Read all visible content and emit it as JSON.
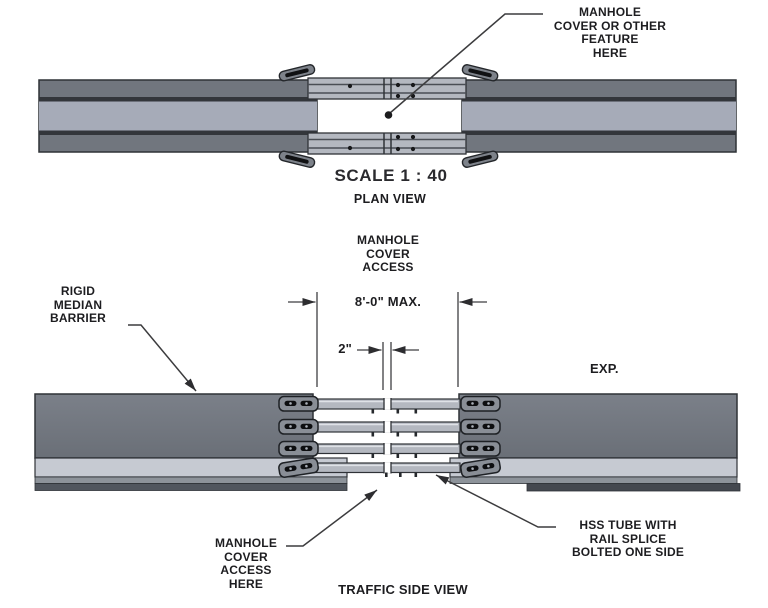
{
  "plan_view": {
    "callout_feature": "MANHOLE\nCOVER OR OTHER\nFEATURE\nHERE",
    "scale_label": "SCALE 1 : 40",
    "view_label": "PLAN VIEW"
  },
  "side_view": {
    "barrier_label": "RIGID\nMEDIAN\nBARRIER",
    "access_heading": "MANHOLE\nCOVER\nACCESS",
    "max_width_dim": "8'-0\" MAX.",
    "gap_dim": "2\"",
    "exp_label": "EXP.",
    "access_here_label": "MANHOLE\nCOVER\nACCESS\nHERE",
    "hss_label": "HSS TUBE WITH\nRAIL SPLICE\nBOLTED ONE SIDE",
    "view_label": "TRAFFIC SIDE VIEW"
  },
  "colors": {
    "barrier_body": "#70757d",
    "plan_outer_band": "#71767e",
    "plan_center_band": "#a6abb8",
    "light_band": "#c6cad2",
    "mid_strip": "#8d939a",
    "base_strip": "#51565e",
    "rail_fill": "#b4b8c0",
    "plate_fill": "#898e96",
    "outline": "#2f3237",
    "leader": "#3c3c3e",
    "text": "#1d1d20"
  }
}
